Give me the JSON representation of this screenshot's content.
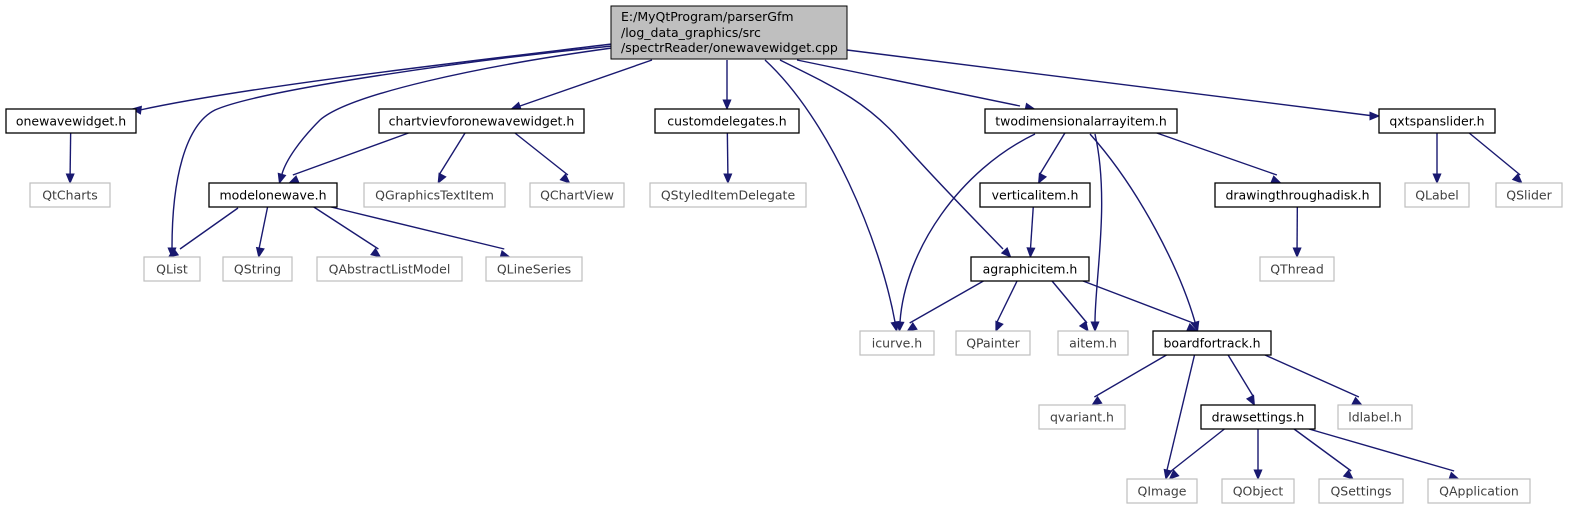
{
  "graph": {
    "root": {
      "lines": [
        "E:/MyQtProgram/parserGfm",
        "/log_data_graphics/src",
        "/spectrReader/onewavewidget.cpp"
      ]
    },
    "colors": {
      "edge": "#191970",
      "root_fill": "#bfbfbf",
      "project_border": "#000000",
      "external_border": "#bfbfbf",
      "external_text": "#404040"
    },
    "nodes": [
      {
        "id": "onewavewidget_h",
        "label": "onewavewidget.h",
        "kind": "project"
      },
      {
        "id": "chartviev_h",
        "label": "chartvievforonewavewidget.h",
        "kind": "project"
      },
      {
        "id": "customdelegates_h",
        "label": "customdelegates.h",
        "kind": "project"
      },
      {
        "id": "twodim_h",
        "label": "twodimensionalarrayitem.h",
        "kind": "project"
      },
      {
        "id": "qxtspanslider_h",
        "label": "qxtspanslider.h",
        "kind": "project"
      },
      {
        "id": "QtCharts",
        "label": "QtCharts",
        "kind": "external"
      },
      {
        "id": "modelonewave_h",
        "label": "modelonewave.h",
        "kind": "project"
      },
      {
        "id": "QGraphicsTextItem",
        "label": "QGraphicsTextItem",
        "kind": "external"
      },
      {
        "id": "QChartView",
        "label": "QChartView",
        "kind": "external"
      },
      {
        "id": "QStyledItemDelegate",
        "label": "QStyledItemDelegate",
        "kind": "external"
      },
      {
        "id": "verticalitem_h",
        "label": "verticalitem.h",
        "kind": "project"
      },
      {
        "id": "drawingthroughadisk_h",
        "label": "drawingthroughadisk.h",
        "kind": "project"
      },
      {
        "id": "QLabel",
        "label": "QLabel",
        "kind": "external"
      },
      {
        "id": "QSlider",
        "label": "QSlider",
        "kind": "external"
      },
      {
        "id": "QList",
        "label": "QList",
        "kind": "external"
      },
      {
        "id": "QString",
        "label": "QString",
        "kind": "external"
      },
      {
        "id": "QAbstractListModel",
        "label": "QAbstractListModel",
        "kind": "external"
      },
      {
        "id": "QLineSeries",
        "label": "QLineSeries",
        "kind": "external"
      },
      {
        "id": "agraphicitem_h",
        "label": "agraphicitem.h",
        "kind": "project"
      },
      {
        "id": "QThread",
        "label": "QThread",
        "kind": "external"
      },
      {
        "id": "icurve_h",
        "label": "icurve.h",
        "kind": "external"
      },
      {
        "id": "QPainter",
        "label": "QPainter",
        "kind": "external"
      },
      {
        "id": "aitem_h",
        "label": "aitem.h",
        "kind": "external"
      },
      {
        "id": "boardfortrack_h",
        "label": "boardfortrack.h",
        "kind": "project"
      },
      {
        "id": "qvariant_h",
        "label": "qvariant.h",
        "kind": "external"
      },
      {
        "id": "drawsettings_h",
        "label": "drawsettings.h",
        "kind": "project"
      },
      {
        "id": "ldlabel_h",
        "label": "ldlabel.h",
        "kind": "external"
      },
      {
        "id": "QImage",
        "label": "QImage",
        "kind": "external"
      },
      {
        "id": "QObject",
        "label": "QObject",
        "kind": "external"
      },
      {
        "id": "QSettings",
        "label": "QSettings",
        "kind": "external"
      },
      {
        "id": "QApplication",
        "label": "QApplication",
        "kind": "external"
      }
    ],
    "edges": [
      [
        "root",
        "onewavewidget_h"
      ],
      [
        "root",
        "QList"
      ],
      [
        "root",
        "modelonewave_h"
      ],
      [
        "root",
        "chartviev_h"
      ],
      [
        "root",
        "customdelegates_h"
      ],
      [
        "root",
        "icurve_h"
      ],
      [
        "root",
        "agraphicitem_h"
      ],
      [
        "root",
        "twodim_h"
      ],
      [
        "root",
        "qxtspanslider_h"
      ],
      [
        "onewavewidget_h",
        "QtCharts"
      ],
      [
        "chartviev_h",
        "modelonewave_h"
      ],
      [
        "chartviev_h",
        "QGraphicsTextItem"
      ],
      [
        "chartviev_h",
        "QChartView"
      ],
      [
        "customdelegates_h",
        "QStyledItemDelegate"
      ],
      [
        "modelonewave_h",
        "QList"
      ],
      [
        "modelonewave_h",
        "QString"
      ],
      [
        "modelonewave_h",
        "QAbstractListModel"
      ],
      [
        "modelonewave_h",
        "QLineSeries"
      ],
      [
        "twodim_h",
        "icurve_h"
      ],
      [
        "twodim_h",
        "verticalitem_h"
      ],
      [
        "twodim_h",
        "aitem_h"
      ],
      [
        "twodim_h",
        "boardfortrack_h"
      ],
      [
        "twodim_h",
        "drawingthroughadisk_h"
      ],
      [
        "verticalitem_h",
        "agraphicitem_h"
      ],
      [
        "drawingthroughadisk_h",
        "QThread"
      ],
      [
        "qxtspanslider_h",
        "QLabel"
      ],
      [
        "qxtspanslider_h",
        "QSlider"
      ],
      [
        "agraphicitem_h",
        "icurve_h"
      ],
      [
        "agraphicitem_h",
        "QPainter"
      ],
      [
        "agraphicitem_h",
        "aitem_h"
      ],
      [
        "agraphicitem_h",
        "boardfortrack_h"
      ],
      [
        "boardfortrack_h",
        "qvariant_h"
      ],
      [
        "boardfortrack_h",
        "QImage"
      ],
      [
        "boardfortrack_h",
        "drawsettings_h"
      ],
      [
        "boardfortrack_h",
        "ldlabel_h"
      ],
      [
        "drawsettings_h",
        "QImage"
      ],
      [
        "drawsettings_h",
        "QObject"
      ],
      [
        "drawsettings_h",
        "QSettings"
      ],
      [
        "drawsettings_h",
        "QApplication"
      ]
    ]
  }
}
